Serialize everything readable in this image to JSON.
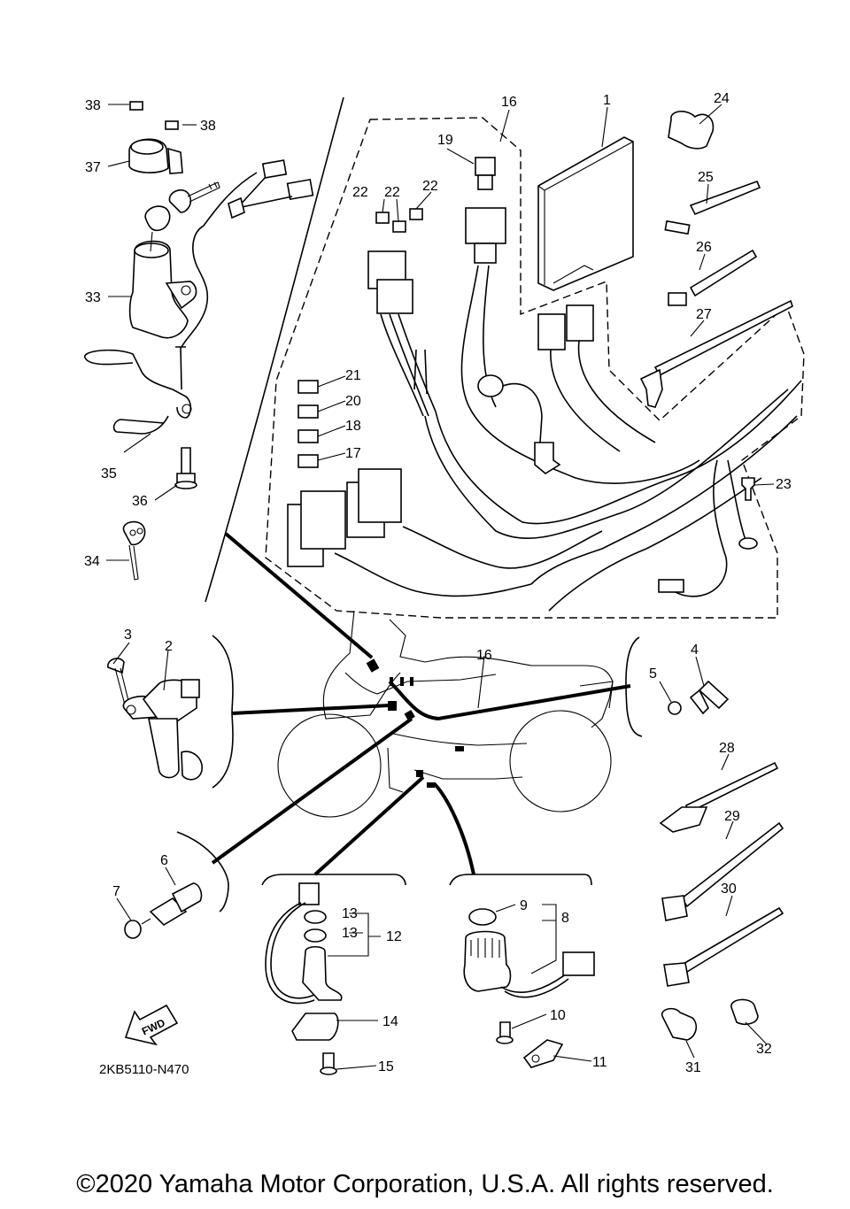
{
  "diagram_code": "2KB5110-N470",
  "fwd_label": "FWD",
  "copyright": "©2020 Yamaha Motor Corporation, U.S.A. All rights reserved.",
  "callouts": {
    "c1": "1",
    "c2": "2",
    "c3": "3",
    "c4": "4",
    "c5": "5",
    "c6": "6",
    "c7": "7",
    "c8": "8",
    "c9": "9",
    "c10": "10",
    "c11": "11",
    "c12": "12",
    "c13a": "13",
    "c13b": "13",
    "c14": "14",
    "c15": "15",
    "c16a": "16",
    "c16b": "16",
    "c17": "17",
    "c18": "18",
    "c19": "19",
    "c20": "20",
    "c21": "21",
    "c22a": "22",
    "c22b": "22",
    "c22c": "22",
    "c23": "23",
    "c24": "24",
    "c25": "25",
    "c26": "26",
    "c27": "27",
    "c28": "28",
    "c29": "29",
    "c30": "30",
    "c31": "31",
    "c32": "32",
    "c33": "33",
    "c34": "34",
    "c35": "35",
    "c36": "36",
    "c37": "37",
    "c38a": "38",
    "c38b": "38"
  }
}
